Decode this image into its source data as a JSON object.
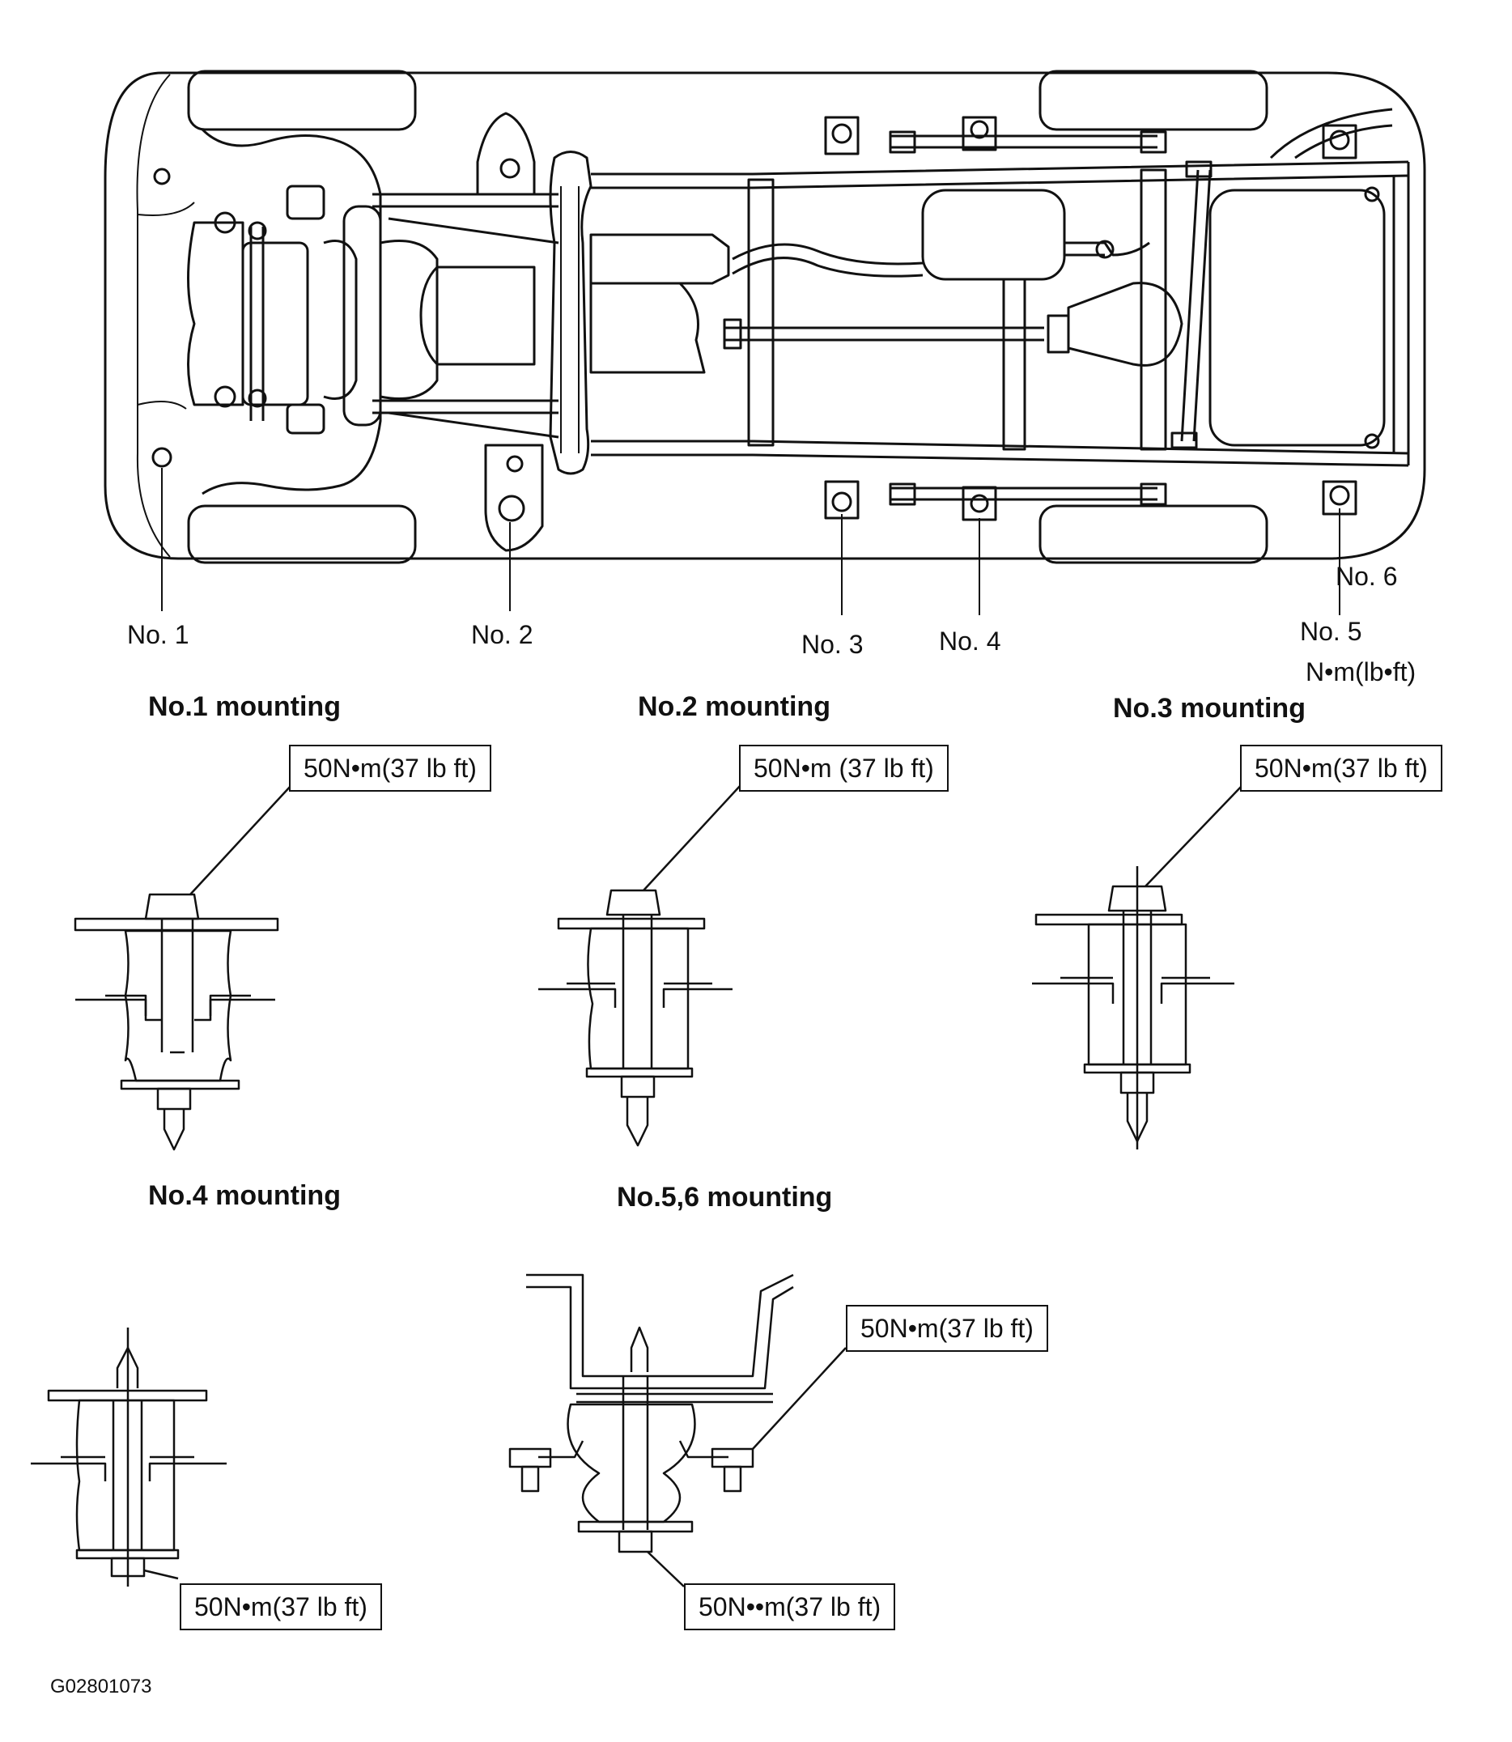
{
  "callouts": {
    "no1": "No. 1",
    "no2": "No. 2",
    "no3": "No. 3",
    "no4": "No. 4",
    "no5": "No. 5",
    "no6": "No. 6",
    "unit": "N•m(lb•ft)"
  },
  "details": {
    "m1": {
      "title": "No.1 mounting",
      "torque": "50N•m(37 lb ft)"
    },
    "m2": {
      "title": "No.2 mounting",
      "torque": "50N•m (37 lb ft)"
    },
    "m3": {
      "title": "No.3 mounting",
      "torque": "50N•m(37 lb ft)"
    },
    "m4": {
      "title": "No.4 mounting",
      "torque": "50N•m(37 lb ft)"
    },
    "m56": {
      "title": "No.5,6 mounting",
      "torque_upper": "50N•m(37 lb ft)",
      "torque_lower": "50N••m(37 lb ft)"
    }
  },
  "figure_code": "G02801073"
}
